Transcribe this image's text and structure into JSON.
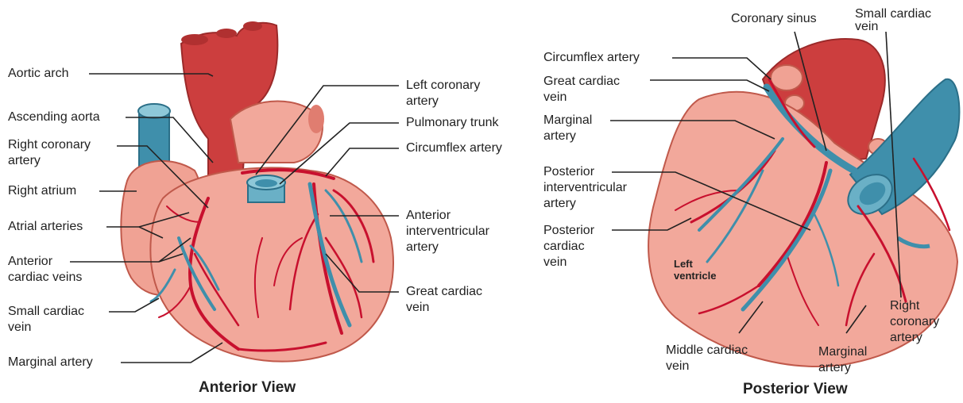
{
  "anterior": {
    "title": "Anterior View",
    "labels": {
      "aortic_arch": "Aortic arch",
      "ascending_aorta": "Ascending aorta",
      "right_coronary_artery": [
        "Right coronary",
        "artery"
      ],
      "right_atrium": "Right atrium",
      "atrial_arteries": "Atrial arteries",
      "anterior_cardiac_veins": [
        "Anterior",
        "cardiac veins"
      ],
      "small_cardiac_vein": [
        "Small cardiac",
        "vein"
      ],
      "marginal_artery": "Marginal artery",
      "left_coronary_artery": [
        "Left coronary",
        "artery"
      ],
      "pulmonary_trunk": "Pulmonary trunk",
      "circumflex_artery": "Circumflex artery",
      "anterior_interventricular_artery": [
        "Anterior",
        "interventricular",
        "artery"
      ],
      "great_cardiac_vein": [
        "Great cardiac",
        "vein"
      ]
    }
  },
  "posterior": {
    "title": "Posterior View",
    "labels": {
      "coronary_sinus": "Coronary sinus",
      "small_cardiac_vein": [
        "Small cardiac",
        "vein"
      ],
      "circumflex_artery": "Circumflex artery",
      "great_cardiac_vein": [
        "Great cardiac",
        "vein"
      ],
      "marginal_artery_left": [
        "Marginal",
        "artery"
      ],
      "posterior_interventricular_artery": [
        "Posterior",
        "interventricular",
        "artery"
      ],
      "posterior_cardiac_vein": [
        "Posterior",
        "cardiac",
        "vein"
      ],
      "left_ventricle": [
        "Left",
        "ventricle"
      ],
      "right_coronary_artery": [
        "Right",
        "coronary",
        "artery"
      ],
      "middle_cardiac_vein": [
        "Middle cardiac",
        "vein"
      ],
      "marginal_artery_bottom": [
        "Marginal",
        "artery"
      ]
    }
  },
  "colors": {
    "heart_fill": "#f2a89b",
    "heart_stroke": "#c0594b",
    "aorta": "#cc3e3e",
    "artery": "#c8102e",
    "vein": "#3f8fab",
    "vessel_light": "#8ec8d8",
    "leader": "#222222"
  }
}
